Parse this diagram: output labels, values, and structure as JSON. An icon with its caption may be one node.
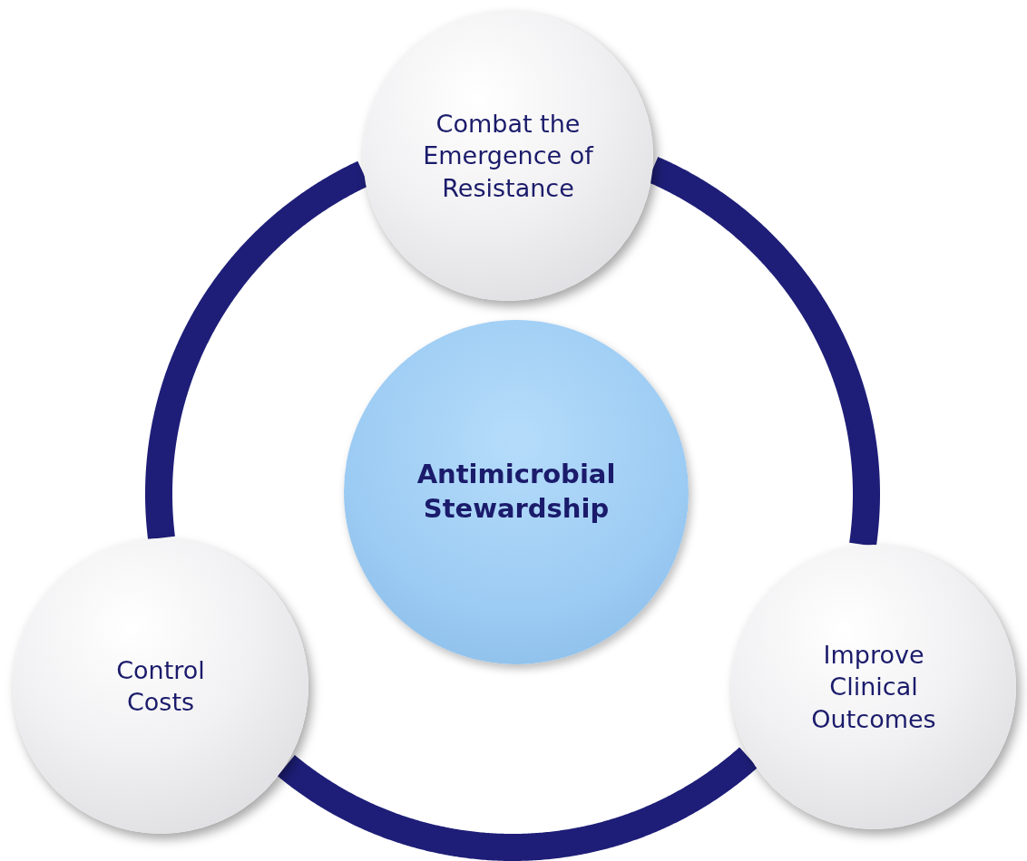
{
  "diagram": {
    "nodes": [
      {
        "text": [
          "Combat the Emergence of Resistance"
        ]
      },
      {
        "text": [
          "Antimicrobial Stewardship"
        ]
      },
      {
        "text": [
          "Control Costs"
        ]
      },
      {
        "text": [
          "Improve Clinical Outcomes"
        ]
      }
    ],
    "edges": [
      {
        "from": 0,
        "to": 3,
        "arrow": "none"
      },
      {
        "from": 3,
        "to": 2,
        "arrow": "none"
      },
      {
        "from": 2,
        "to": 0,
        "arrow": "none"
      }
    ]
  }
}
